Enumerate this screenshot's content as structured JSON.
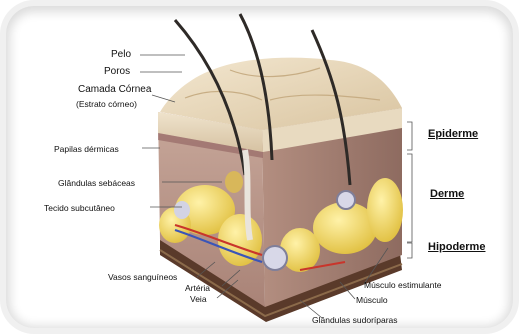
{
  "labels_left": {
    "pelo": "Pelo",
    "poros": "Poros",
    "camada_cornea": "Camada Córnea",
    "estrato_corneo": "(Estrato córneo)",
    "papilas_dermicas": "Papilas dérmicas",
    "glandulas_sebaceas": "Glândulas sebáceas",
    "tecido_subcutaneo": "Tecido subcutâneo",
    "vasos_sanguineos": "Vasos sanguíneos",
    "arteria": "Artéria",
    "veia": "Veia"
  },
  "labels_bottom": {
    "glandulas_sudoriparas": "Glândulas sudoríparas",
    "musculo": "Músculo",
    "musculo_estimulante": "Músculo estimulante"
  },
  "layers": {
    "epiderme": "Epiderme",
    "derme": "Derme",
    "hipoderme": "Hipoderme"
  }
}
